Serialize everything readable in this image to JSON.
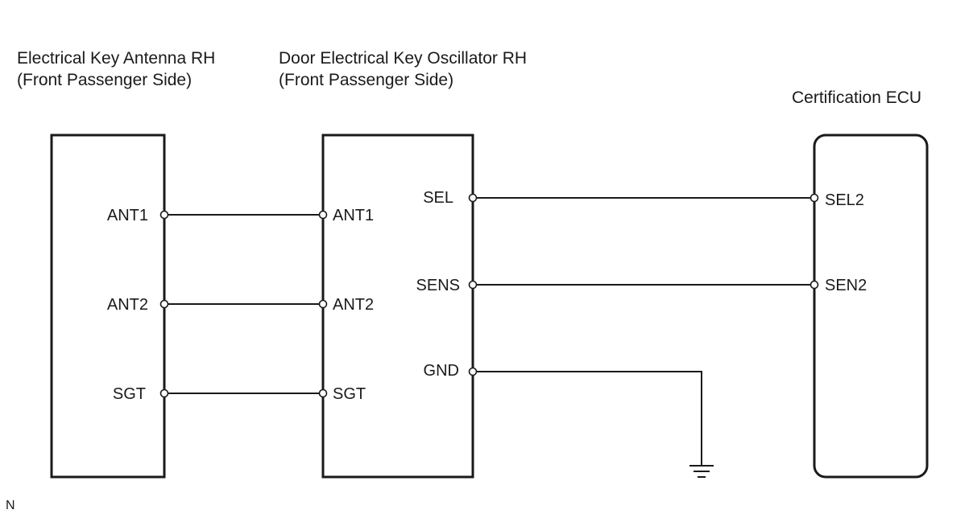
{
  "components": {
    "antenna": {
      "name": "Electrical Key Antenna RH",
      "subtitle": "(Front Passenger Side)"
    },
    "oscillator": {
      "name": "Door Electrical Key Oscillator RH",
      "subtitle": "(Front Passenger Side)"
    },
    "ecu": {
      "name": "Certification ECU"
    }
  },
  "terminals": {
    "antenna": [
      "ANT1",
      "ANT2",
      "SGT"
    ],
    "oscillator_left": [
      "ANT1",
      "ANT2",
      "SGT"
    ],
    "oscillator_right": [
      "SEL",
      "SENS",
      "GND"
    ],
    "ecu": [
      "SEL2",
      "SEN2"
    ]
  },
  "connections": [
    {
      "from": "Electrical Key Antenna RH:ANT1",
      "to": "Door Electrical Key Oscillator RH:ANT1"
    },
    {
      "from": "Electrical Key Antenna RH:ANT2",
      "to": "Door Electrical Key Oscillator RH:ANT2"
    },
    {
      "from": "Electrical Key Antenna RH:SGT",
      "to": "Door Electrical Key Oscillator RH:SGT"
    },
    {
      "from": "Door Electrical Key Oscillator RH:SEL",
      "to": "Certification ECU:SEL2"
    },
    {
      "from": "Door Electrical Key Oscillator RH:SENS",
      "to": "Certification ECU:SEN2"
    },
    {
      "from": "Door Electrical Key Oscillator RH:GND",
      "to": "ground"
    }
  ],
  "corner_code": "N"
}
